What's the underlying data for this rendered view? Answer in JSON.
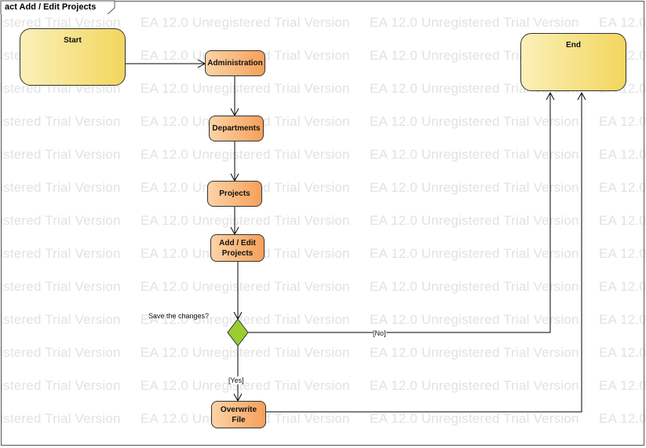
{
  "diagram": {
    "frame_title": "act Add / Edit Projects",
    "watermark_text": "EA 12.0 Unregistered Trial Version",
    "nodes": {
      "start": "Start",
      "end": "End",
      "administration": "Administration",
      "departments": "Departments",
      "projects": "Projects",
      "add_edit_projects": "Add / Edit Projects",
      "overwrite_file": "Overwrite File"
    },
    "decision": {
      "question": "Save the changes?",
      "no_guard": "[No]",
      "yes_guard": "[Yes]"
    },
    "colors": {
      "initial_fill": "#f2d65e",
      "action_fill": "#f6a05a",
      "decision_fill": "#9acd32",
      "line": "#000000"
    }
  }
}
